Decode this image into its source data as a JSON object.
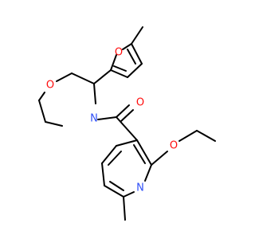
{
  "atoms": {
    "furan_oxygen": {
      "symbol": "O",
      "color": "#ff0d0d"
    },
    "morpholine_oxygen": {
      "symbol": "O",
      "color": "#ff0d0d"
    },
    "carbonyl_oxygen": {
      "symbol": "O",
      "color": "#ff0d0d"
    },
    "morpholine_nitrogen": {
      "symbol": "N",
      "color": "#3050f8"
    },
    "pyridine_nitrogen": {
      "symbol": "N",
      "color": "#3050f8"
    },
    "ether_oxygen": {
      "symbol": "O",
      "color": "#ff0d0d"
    }
  }
}
